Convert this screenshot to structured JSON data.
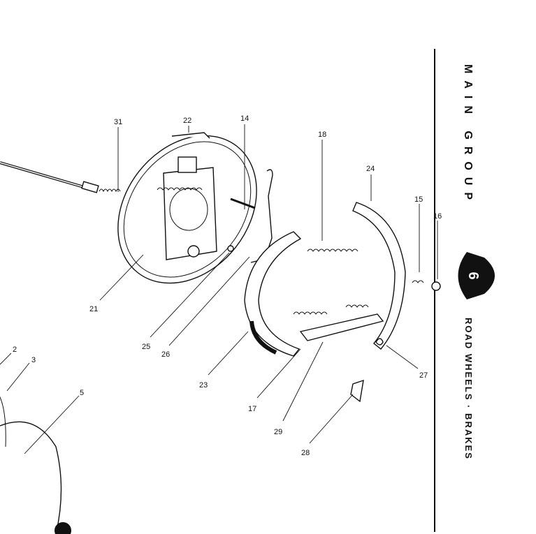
{
  "sidebar": {
    "main_group": "MAIN GROUP",
    "group_number": "6",
    "section_title": "ROAD WHEELS · BRAKES"
  },
  "callouts": {
    "p31": "31",
    "p22": "22",
    "p14": "14",
    "p18": "18",
    "p24": "24",
    "p15": "15",
    "p16": "16",
    "p21": "21",
    "p25": "25",
    "p26": "26",
    "p23": "23",
    "p17": "17",
    "p29": "29",
    "p28": "28",
    "p27": "27",
    "p2": "2",
    "p3": "3",
    "p5": "5"
  }
}
